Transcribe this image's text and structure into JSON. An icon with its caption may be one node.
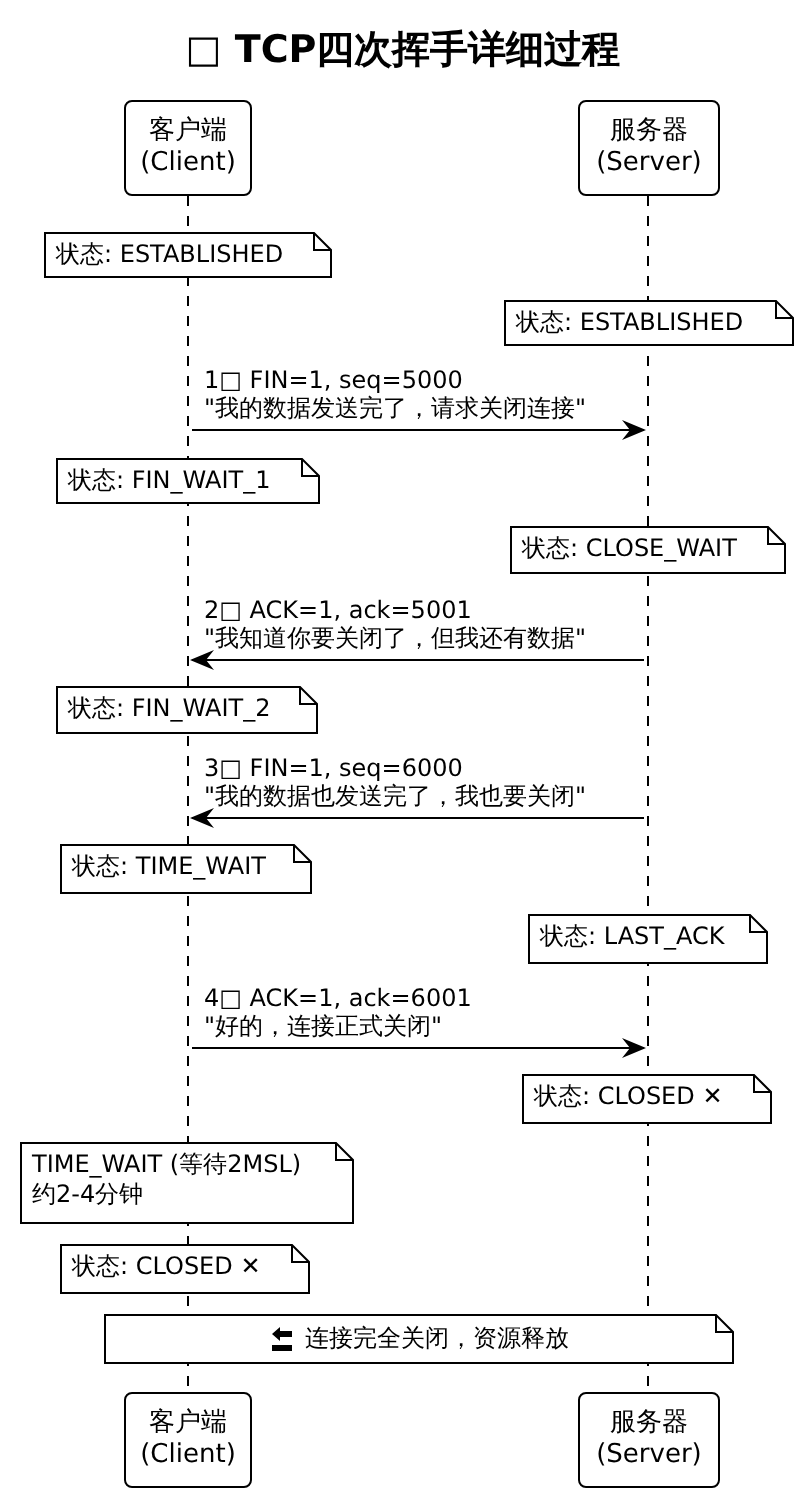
{
  "diagram": {
    "title": "□ TCP四次挥手详细过程",
    "nodes": [
      {
        "text": [
          "客户端 (Client)"
        ]
      },
      {
        "text": [
          "服务器 (Server)"
        ]
      },
      {
        "text": [
          "状态: ESTABLISHED"
        ]
      },
      {
        "text": [
          "状态: ESTABLISHED"
        ]
      },
      {
        "text": [
          "状态: FIN_WAIT_1"
        ]
      },
      {
        "text": [
          "状态: CLOSE_WAIT"
        ]
      },
      {
        "text": [
          "状态: FIN_WAIT_2"
        ]
      },
      {
        "text": [
          "状态: TIME_WAIT"
        ]
      },
      {
        "text": [
          "状态: LAST_ACK"
        ]
      },
      {
        "text": [
          "状态: CLOSED ✕"
        ]
      },
      {
        "text": [
          "TIME_WAIT (等待2MSL) 约2-4分钟"
        ]
      },
      {
        "text": [
          "状态: CLOSED ✕"
        ]
      },
      {
        "text": [
          "连接完全关闭，资源释放"
        ]
      },
      {
        "text": [
          "客户端 (Client)"
        ]
      },
      {
        "text": [
          "服务器 (Server)"
        ]
      },
      {
        "text": [],
        "shape": "line"
      },
      {
        "text": [],
        "shape": "line"
      }
    ],
    "edges": [
      {
        "from": 15,
        "to": 16,
        "arrow": "to",
        "label": "1□ FIN=1, seq=5000 \"我的数据发送完了，请求关闭连接\""
      },
      {
        "from": 16,
        "to": 15,
        "arrow": "to",
        "label": "2□ ACK=1, ack=5001 \"我知道你要关闭了，但我还有数据\""
      },
      {
        "from": 16,
        "to": 15,
        "arrow": "to",
        "label": "3□ FIN=1, seq=6000 \"我的数据也发送完了，我也要关闭\""
      },
      {
        "from": 15,
        "to": 16,
        "arrow": "to",
        "label": "4□ ACK=1, ack=6001 \"好的，连接正式关闭\""
      }
    ]
  }
}
